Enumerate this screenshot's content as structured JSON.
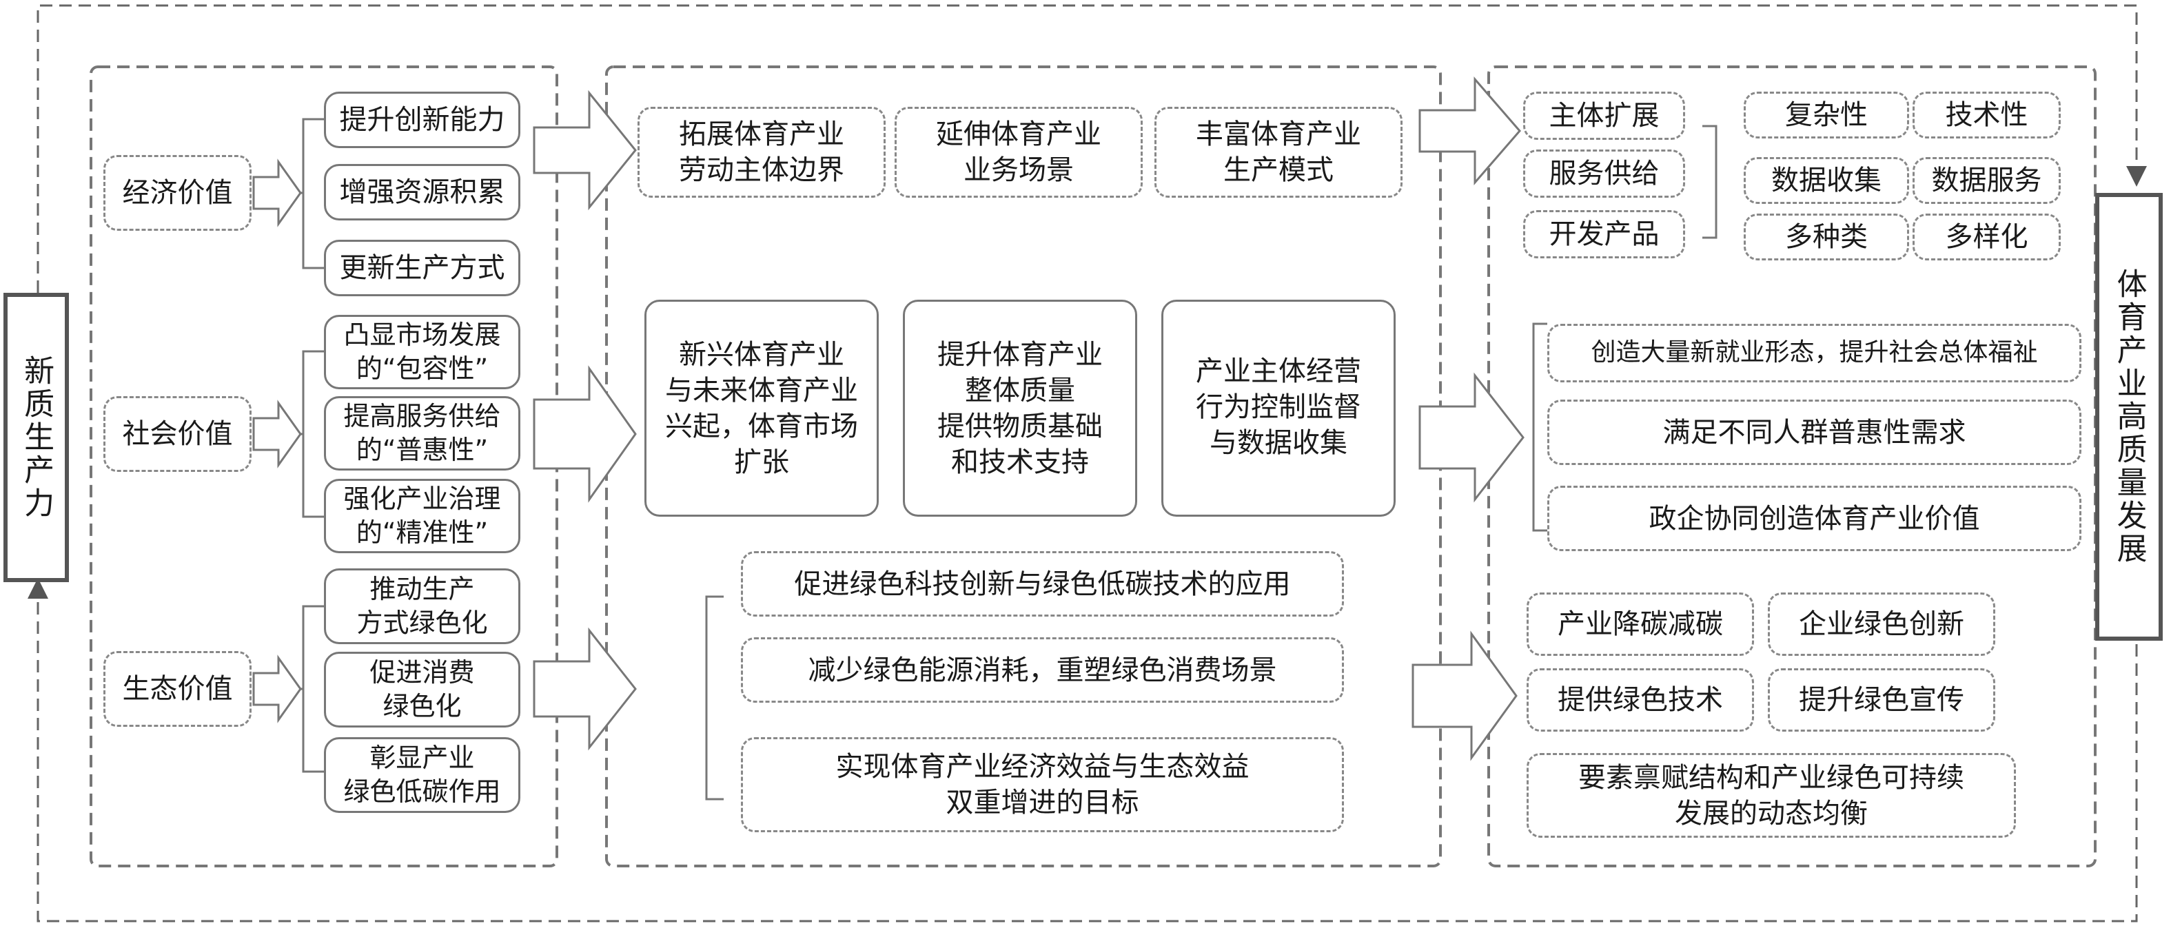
{
  "left_label": "新质生产力",
  "right_label": "体育产业高质量发展",
  "values": {
    "economic": "经济价值",
    "social": "社会价值",
    "ecological": "生态价值"
  },
  "economic_items": [
    "提升创新能力",
    "增强资源积累",
    "更新生产方式"
  ],
  "social_items": [
    {
      "l1": "凸显市场发展",
      "l2": "的“包容性”"
    },
    {
      "l1": "提高服务供给",
      "l2": "的“普惠性”"
    },
    {
      "l1": "强化产业治理",
      "l2": "的“精准性”"
    }
  ],
  "eco_items": [
    {
      "l1": "推动生产",
      "l2": "方式绿色化"
    },
    {
      "l1": "促进消费",
      "l2": "绿色化"
    },
    {
      "l1": "彰显产业",
      "l2": "绿色低碳作用"
    }
  ],
  "mid_top": [
    {
      "l1": "拓展体育产业",
      "l2": "劳动主体边界"
    },
    {
      "l1": "延伸体育产业",
      "l2": "业务场景"
    },
    {
      "l1": "丰富体育产业",
      "l2": "生产模式"
    }
  ],
  "mid_mid": [
    {
      "l1": "新兴体育产业",
      "l2": "与未来体育产业",
      "l3": "兴起，体育市场",
      "l4": "扩张"
    },
    {
      "l1": "提升体育产业",
      "l2": "整体质量",
      "l3": "提供物质基础",
      "l4": "和技术支持"
    },
    {
      "l1": "产业主体经营",
      "l2": "行为控制监督",
      "l3": "与数据收集",
      "l4": ""
    }
  ],
  "mid_bottom": [
    {
      "l1": "促进绿色科技创新与绿色低碳技术的应用",
      "l2": ""
    },
    {
      "l1": "减少绿色能源消耗，重塑绿色消费场景",
      "l2": ""
    },
    {
      "l1": "实现体育产业经济效益与生态效益",
      "l2": "双重增进的目标"
    }
  ],
  "right_top_left": [
    "主体扩展",
    "服务供给",
    "开发产品"
  ],
  "right_top_grid": [
    "复杂性",
    "技术性",
    "数据收集",
    "数据服务",
    "多种类",
    "多样化"
  ],
  "right_mid": [
    "创造大量新就业形态，提升社会总体福祉",
    "满足不同人群普惠性需求",
    "政企协同创造体育产业价值"
  ],
  "right_bottom_grid": [
    "产业降碳减碳",
    "企业绿色创新",
    "提供绿色技术",
    "提升绿色宣传"
  ],
  "right_bottom_wide": {
    "l1": "要素禀赋结构和产业绿色可持续",
    "l2": "发展的动态均衡"
  }
}
